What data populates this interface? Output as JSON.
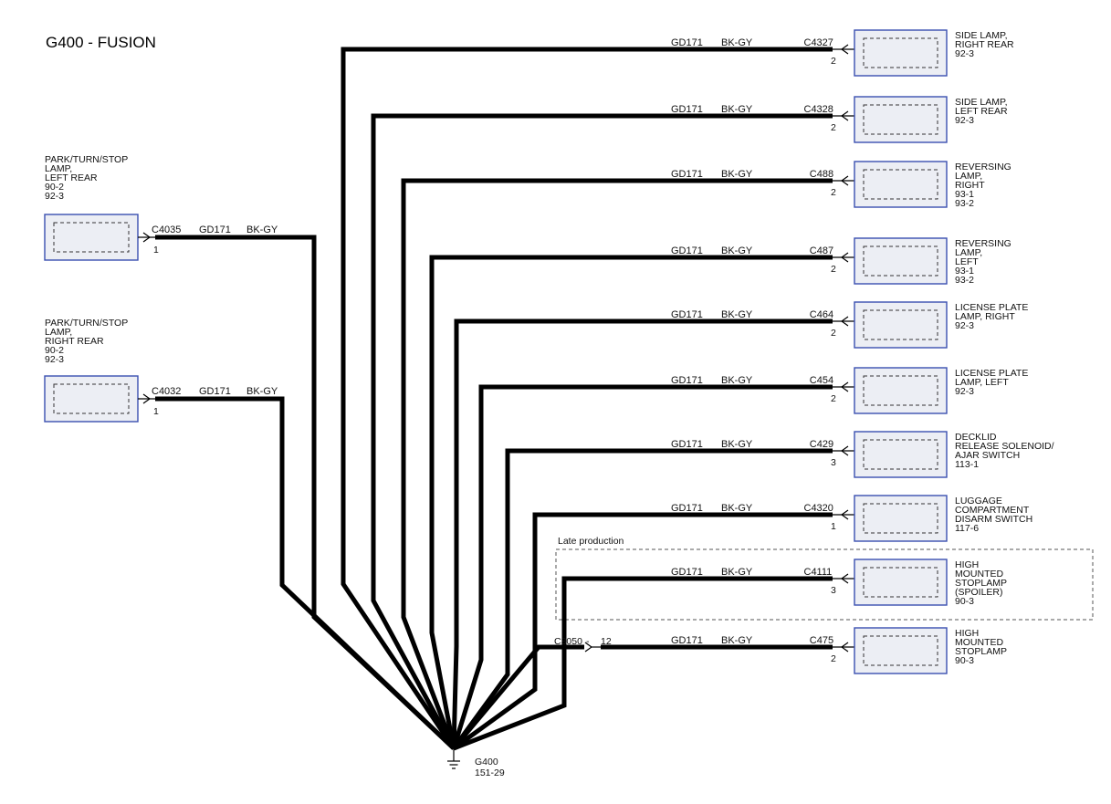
{
  "title": "G400 - FUSION",
  "ground": {
    "label": "G400",
    "ref": "151-29"
  },
  "late_production": "Late production",
  "inline_connector": {
    "name": "C3050",
    "dash": "-",
    "pin": "12"
  },
  "right_circuits": [
    {
      "circuit": "GD171",
      "color": "BK-GY",
      "connector": "C4327",
      "pin": "2",
      "lines": [
        "SIDE LAMP,",
        "RIGHT REAR",
        "92-3"
      ]
    },
    {
      "circuit": "GD171",
      "color": "BK-GY",
      "connector": "C4328",
      "pin": "2",
      "lines": [
        "SIDE LAMP,",
        "LEFT REAR",
        "92-3"
      ]
    },
    {
      "circuit": "GD171",
      "color": "BK-GY",
      "connector": "C488",
      "pin": "2",
      "lines": [
        "REVERSING",
        "LAMP,",
        "RIGHT",
        "93-1",
        "93-2"
      ]
    },
    {
      "circuit": "GD171",
      "color": "BK-GY",
      "connector": "C487",
      "pin": "2",
      "lines": [
        "REVERSING",
        "LAMP,",
        "LEFT",
        "93-1",
        "93-2"
      ]
    },
    {
      "circuit": "GD171",
      "color": "BK-GY",
      "connector": "C464",
      "pin": "2",
      "lines": [
        "LICENSE PLATE",
        "LAMP, RIGHT",
        "92-3"
      ]
    },
    {
      "circuit": "GD171",
      "color": "BK-GY",
      "connector": "C454",
      "pin": "2",
      "lines": [
        "LICENSE PLATE",
        "LAMP, LEFT",
        "92-3"
      ]
    },
    {
      "circuit": "GD171",
      "color": "BK-GY",
      "connector": "C429",
      "pin": "3",
      "lines": [
        "DECKLID",
        "RELEASE SOLENOID/",
        "AJAR SWITCH",
        "113-1"
      ]
    },
    {
      "circuit": "GD171",
      "color": "BK-GY",
      "connector": "C4320",
      "pin": "1",
      "lines": [
        "LUGGAGE",
        "COMPARTMENT",
        "DISARM SWITCH",
        "117-6"
      ]
    },
    {
      "circuit": "GD171",
      "color": "BK-GY",
      "connector": "C4111",
      "pin": "3",
      "lines": [
        "HIGH",
        "MOUNTED",
        "STOPLAMP",
        "(SPOILER)",
        "90-3"
      ]
    },
    {
      "circuit": "GD171",
      "color": "BK-GY",
      "connector": "C475",
      "pin": "2",
      "lines": [
        "HIGH",
        "MOUNTED",
        "STOPLAMP",
        "90-3"
      ]
    }
  ],
  "left_circuits": [
    {
      "circuit": "GD171",
      "color": "BK-GY",
      "connector": "C4035",
      "pin": "1",
      "lines": [
        "PARK/TURN/STOP",
        "LAMP,",
        "LEFT REAR",
        "90-2",
        "92-3"
      ]
    },
    {
      "circuit": "GD171",
      "color": "BK-GY",
      "connector": "C4032",
      "pin": "1",
      "lines": [
        "PARK/TURN/STOP",
        "LAMP,",
        "RIGHT REAR",
        "90-2",
        "92-3"
      ]
    }
  ]
}
